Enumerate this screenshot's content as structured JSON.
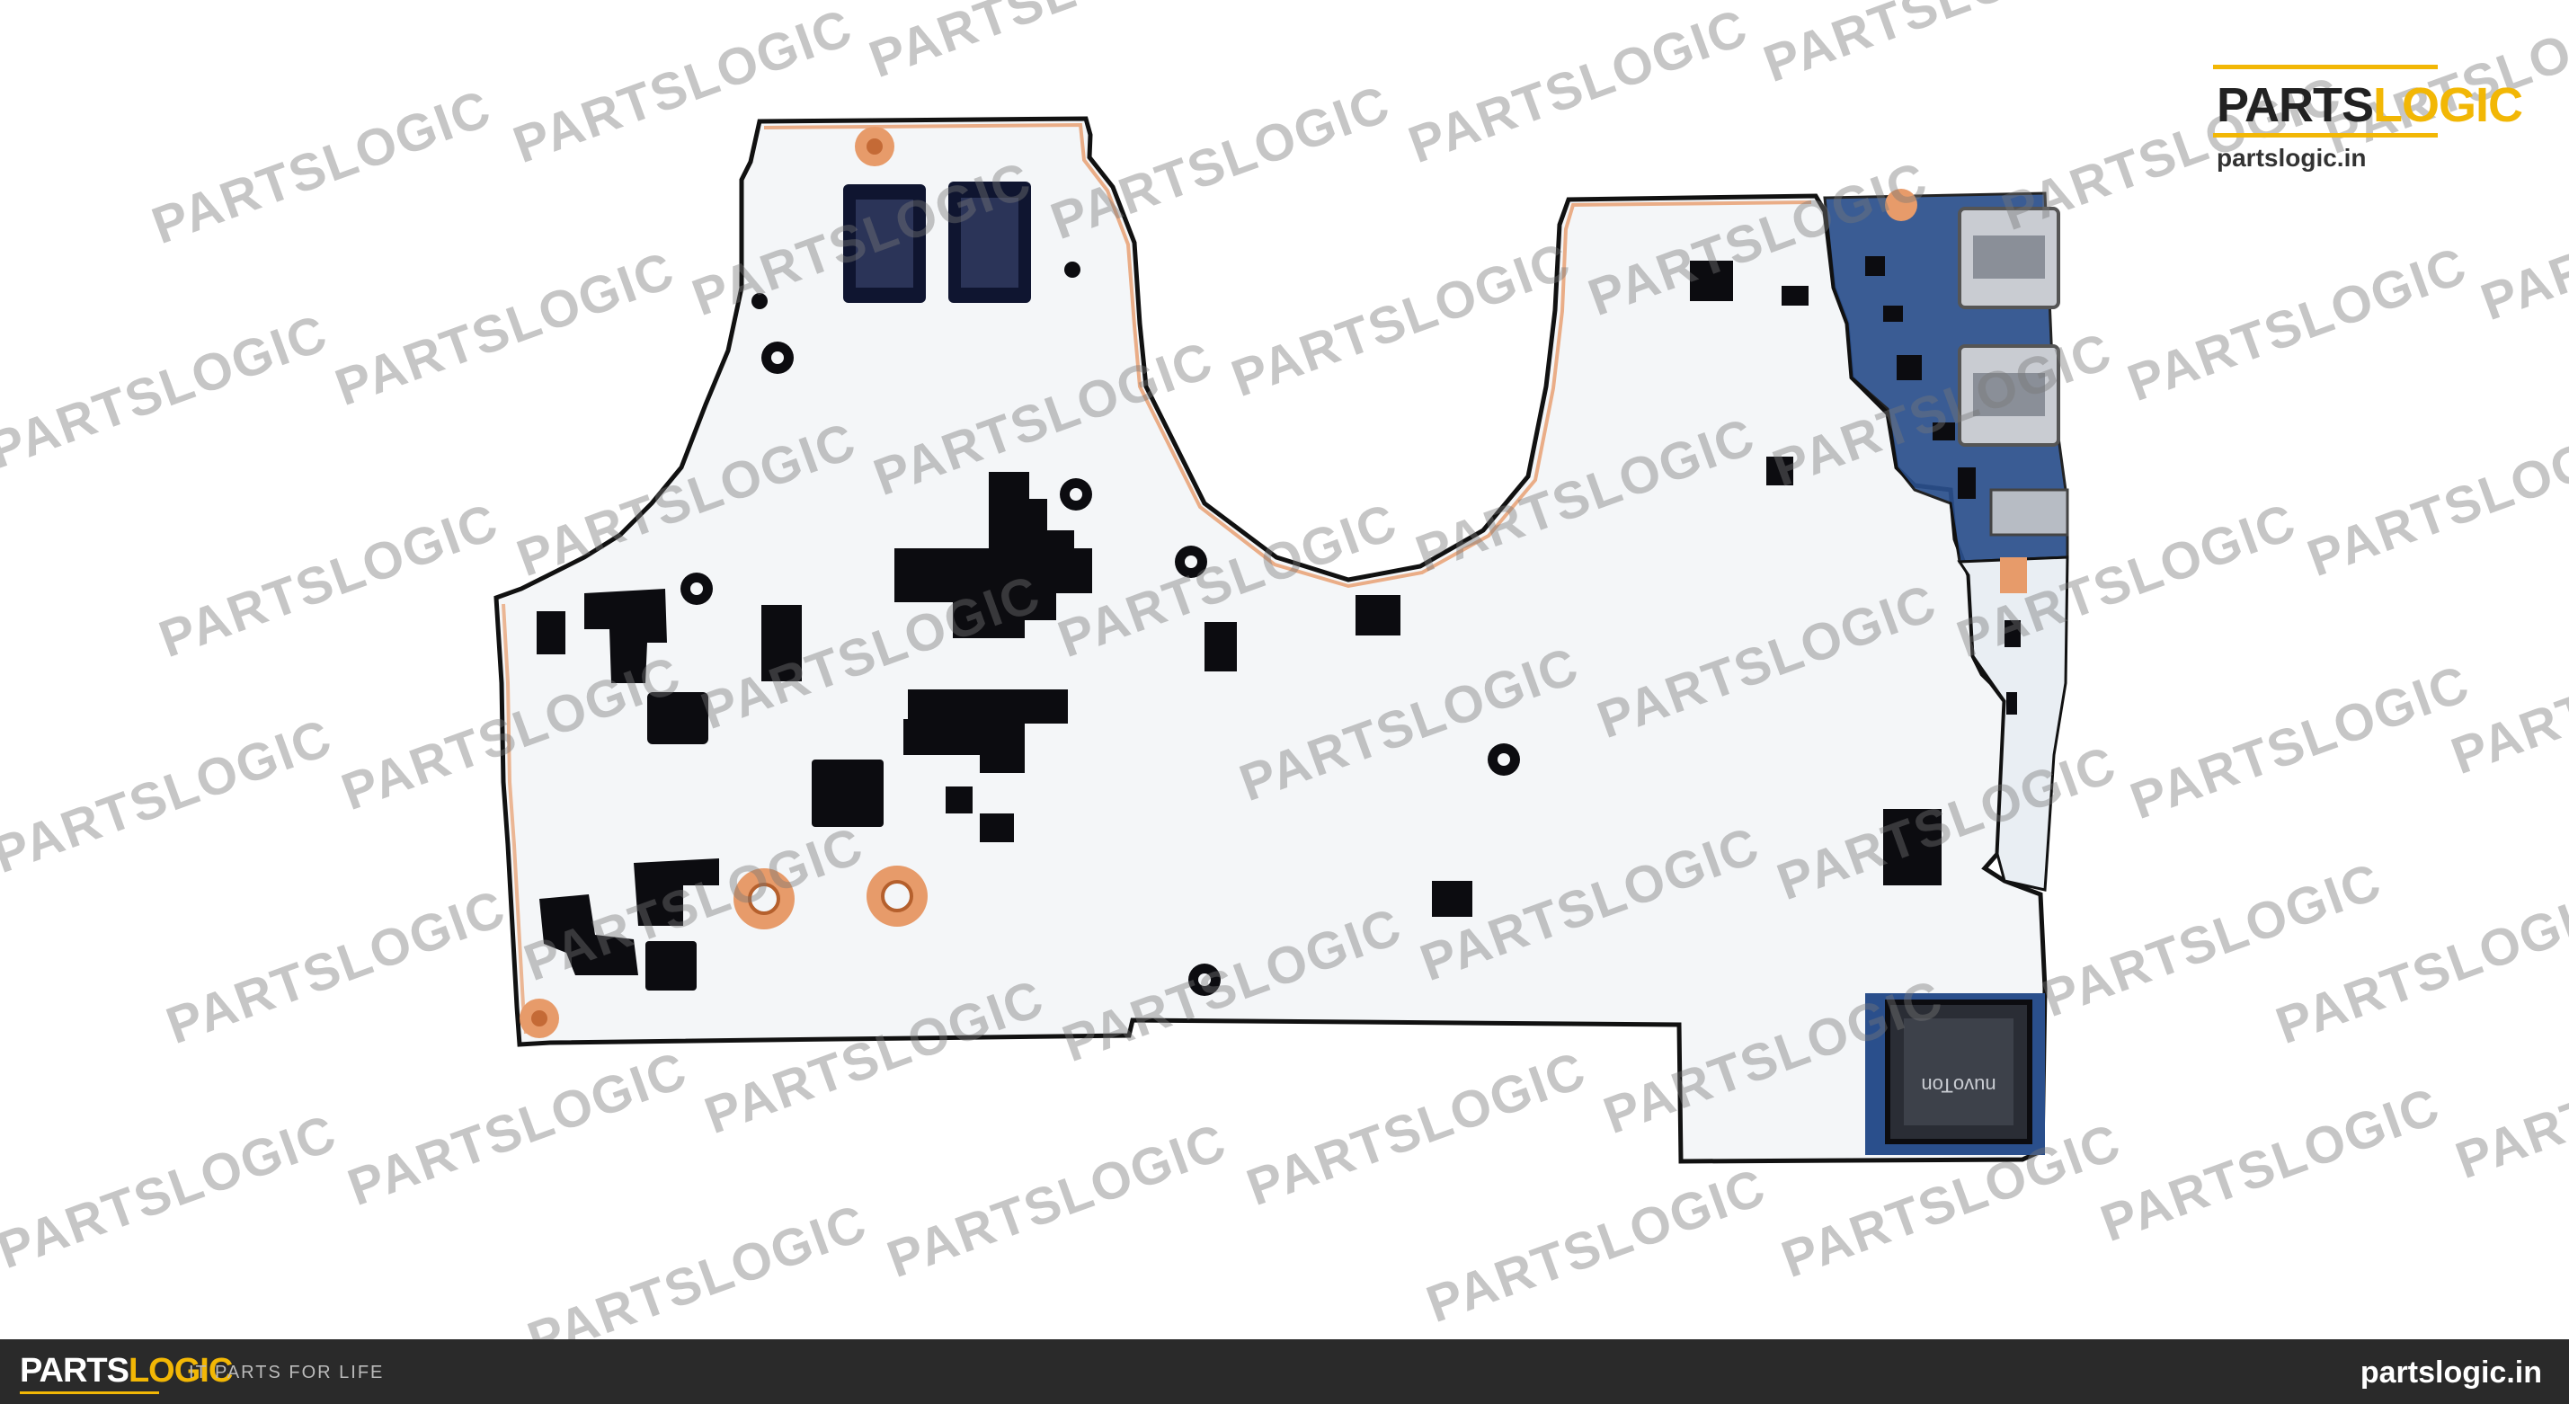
{
  "watermark": {
    "text": "PARTSLOGIC"
  },
  "brand_top": {
    "logo_parts": "PARTS",
    "logo_logic": "LOGIC",
    "url": "partslogic.in"
  },
  "footer": {
    "logo_parts": "PARTS",
    "logo_logic": "LOGIC",
    "tagline": "IT PARTS FOR LIFE",
    "url": "partslogic.in"
  },
  "board": {
    "chip_marking": "nuvoTon"
  },
  "colors": {
    "background": "#ffffff",
    "pcb_white": "#f4f6f8",
    "pcb_blue": "#2a4f8c",
    "copper": "#e79b6a",
    "component_black": "#0c0c10",
    "brand_yellow": "#f2b705",
    "footer_bg": "#2a2a2a"
  }
}
